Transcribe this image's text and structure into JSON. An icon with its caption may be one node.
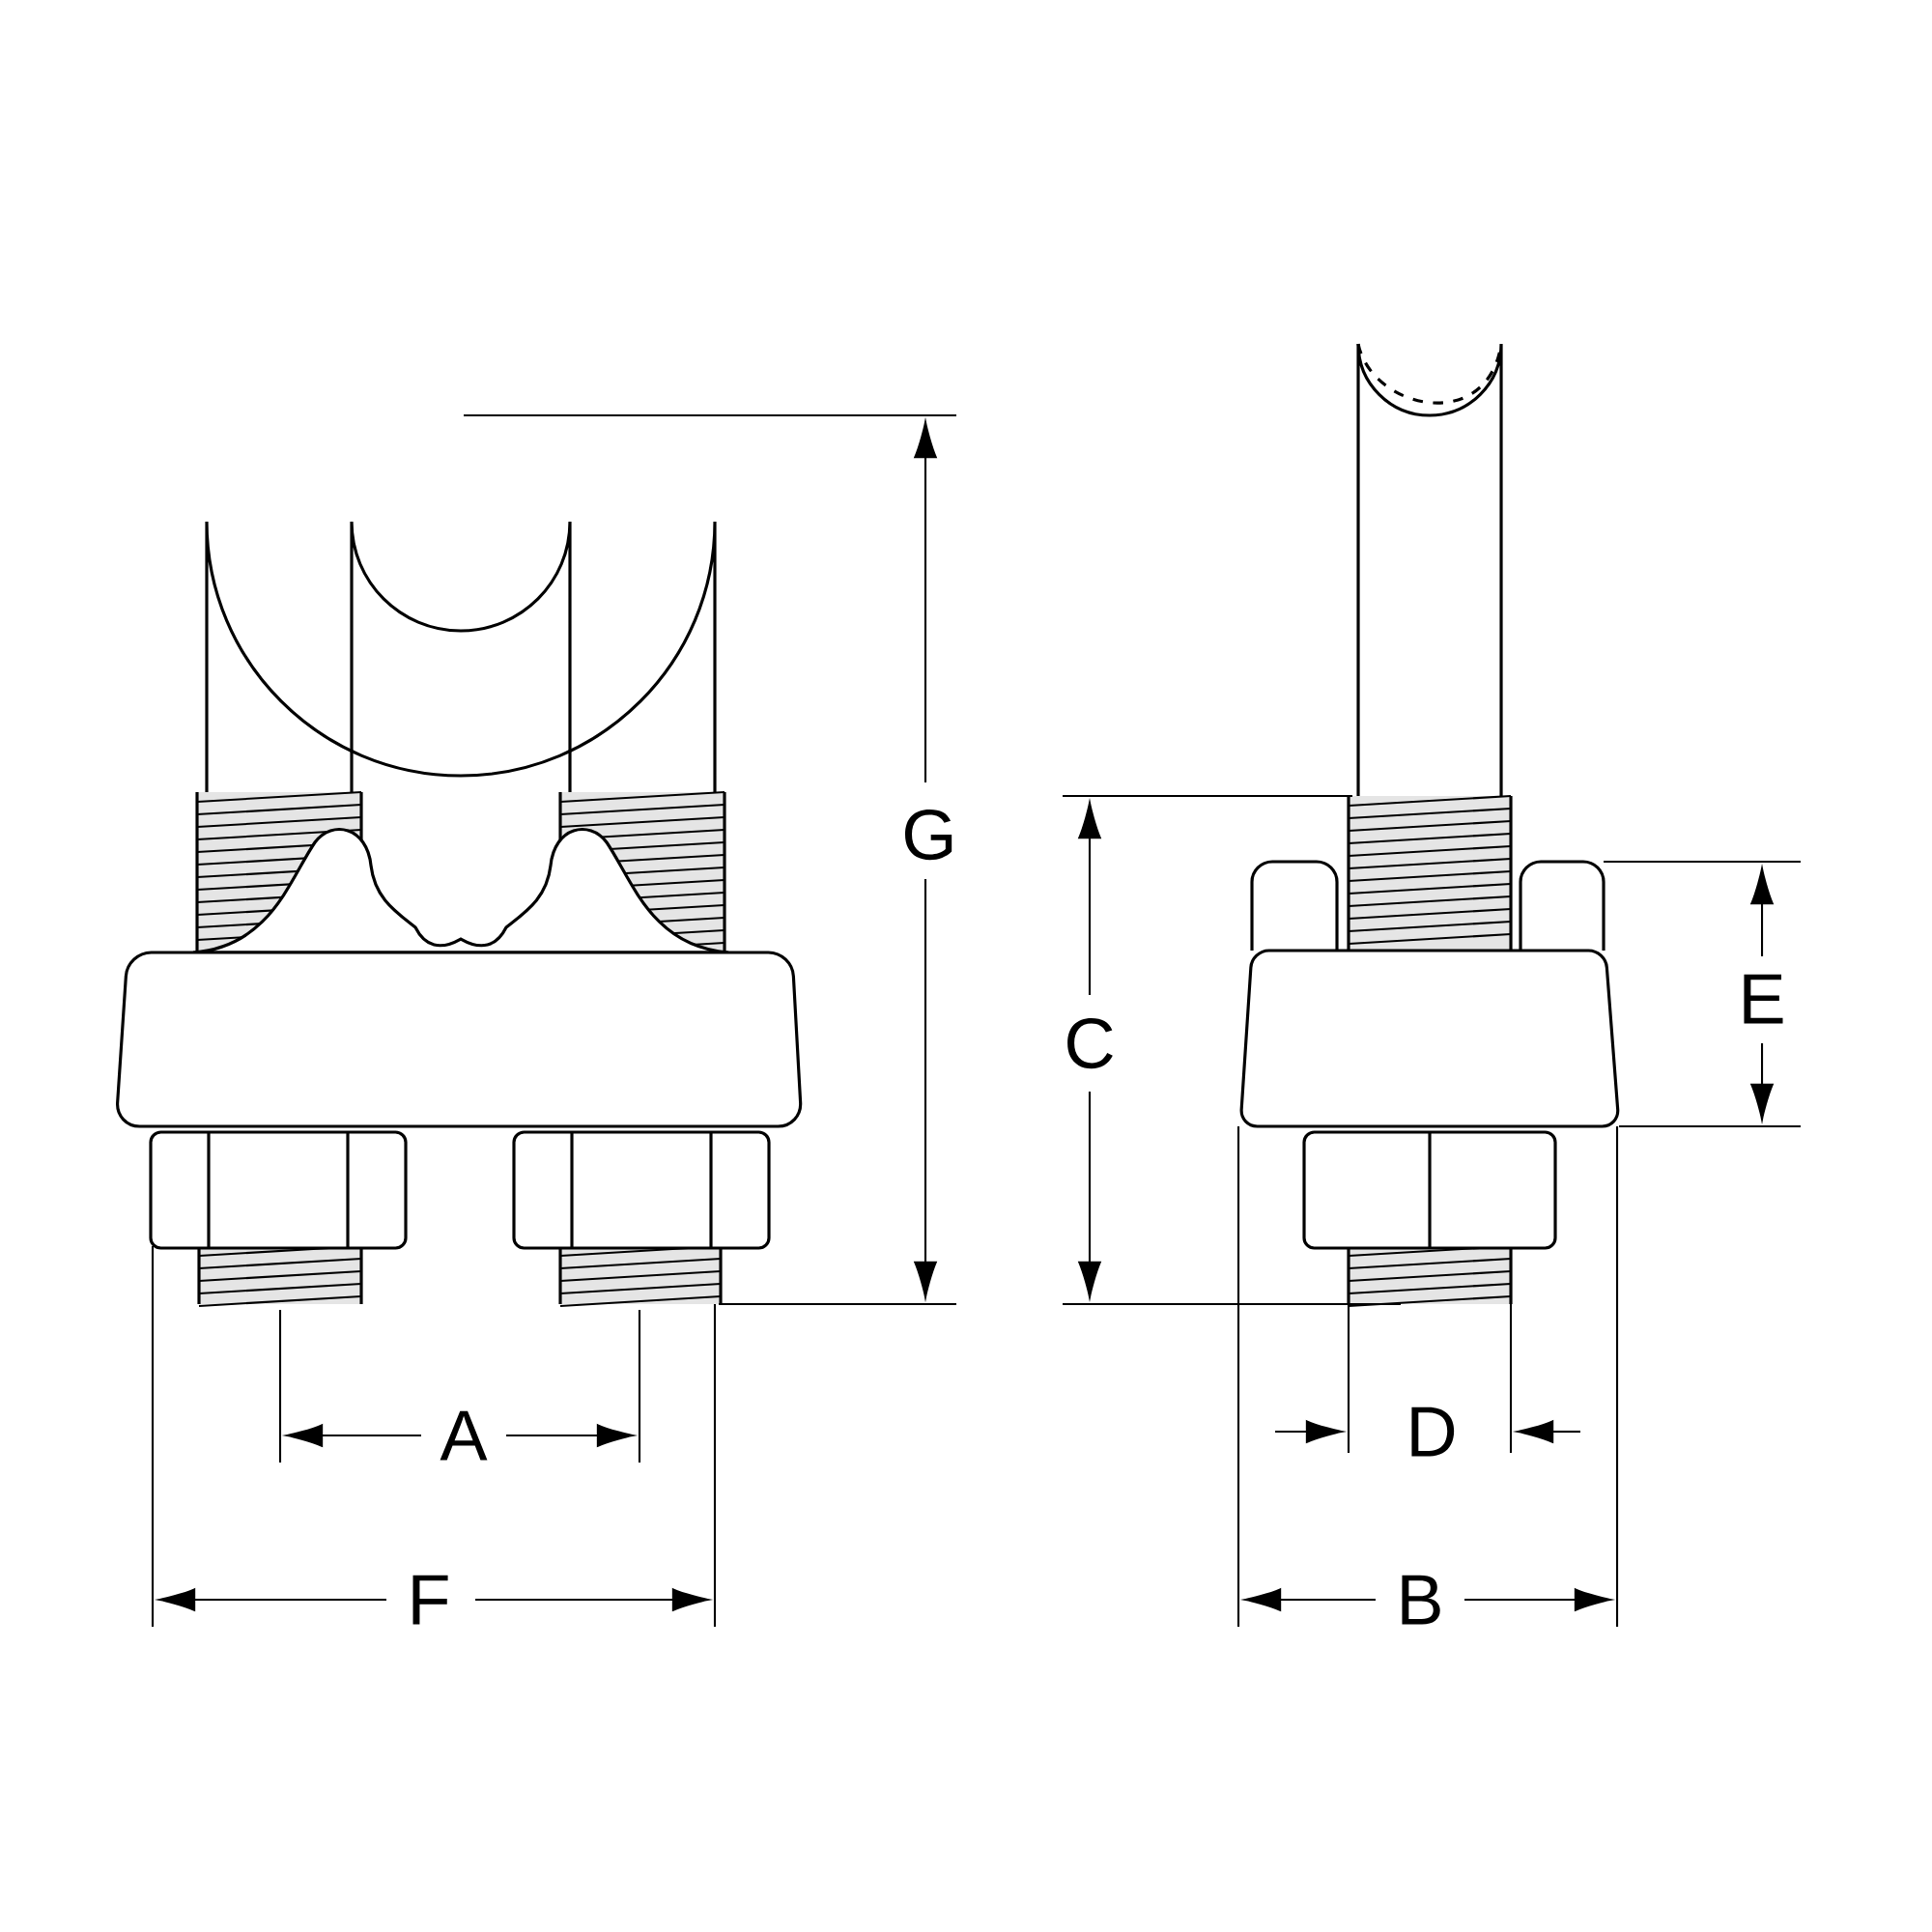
{
  "diagram": {
    "labels": [
      "G",
      "E",
      "C",
      "A",
      "D",
      "F",
      "B"
    ]
  }
}
